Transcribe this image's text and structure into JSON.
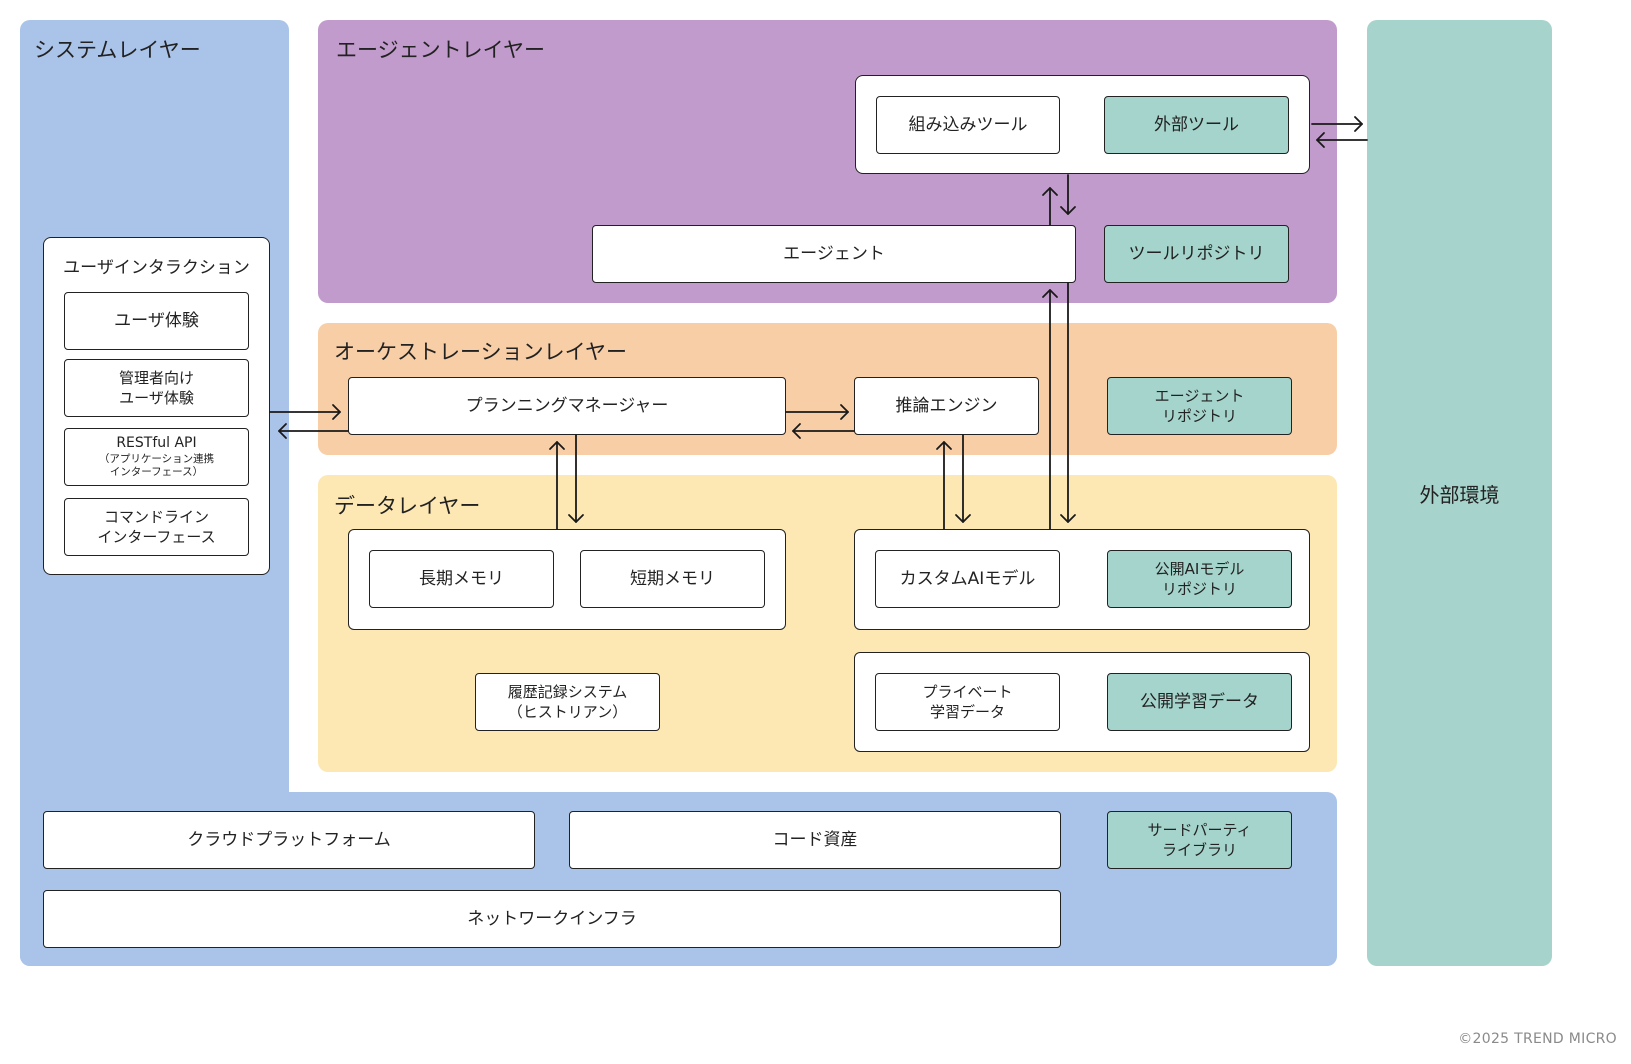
{
  "layers": {
    "system": "システムレイヤー",
    "agent": "エージェントレイヤー",
    "orchestration": "オーケストレーションレイヤー",
    "data": "データレイヤー",
    "external": "外部環境"
  },
  "agent_layer": {
    "builtin_tool": "組み込みツール",
    "external_tool": "外部ツール",
    "agent": "エージェント",
    "tool_repo": "ツールリポジトリ"
  },
  "user_interaction": {
    "title": "ユーザインタラクション",
    "user_experience": "ユーザ体験",
    "admin_ux_line1": "管理者向け",
    "admin_ux_line2": "ユーザ体験",
    "restful_line1": "RESTful API",
    "restful_line2": "（アプリケーション連携",
    "restful_line3": "インターフェース）",
    "cli_line1": "コマンドライン",
    "cli_line2": "インターフェース"
  },
  "orchestration_layer": {
    "planning_manager": "プランニングマネージャー",
    "inference_engine": "推論エンジン",
    "agent_repo_line1": "エージェント",
    "agent_repo_line2": "リポジトリ"
  },
  "data_layer": {
    "long_term_memory": "長期メモリ",
    "short_term_memory": "短期メモリ",
    "custom_ai_model": "カスタムAIモデル",
    "public_model_repo_line1": "公開AIモデル",
    "public_model_repo_line2": "リポジトリ",
    "history_line1": "履歴記録システム",
    "history_line2": "（ヒストリアン）",
    "private_data_line1": "プライベート",
    "private_data_line2": "学習データ",
    "public_training_data": "公開学習データ"
  },
  "system_layer": {
    "cloud_platform": "クラウドプラットフォーム",
    "code_assets": "コード資産",
    "third_party_line1": "サードパーティ",
    "third_party_line2": "ライブラリ",
    "network_infra": "ネットワークインフラ"
  },
  "colors": {
    "system": "#aac3e8",
    "agent": "#c19bcb",
    "orchestration": "#f8cea7",
    "data": "#fde8b3",
    "external": "#a6d3cb",
    "teal_box": "#a4d4cb"
  },
  "copyright": "©2025 TREND MICRO"
}
